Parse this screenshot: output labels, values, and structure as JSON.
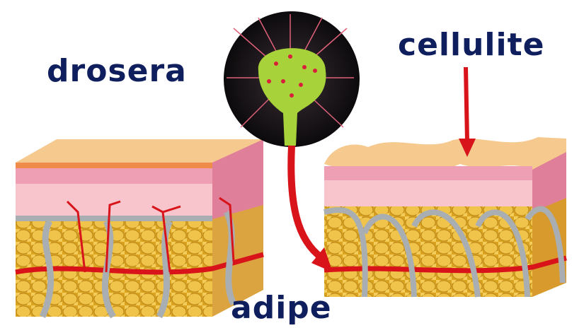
{
  "labels": {
    "left_title": "drosera",
    "right_title": "cellulite",
    "bottom_title": "adipe"
  },
  "colors": {
    "label_text": "#0f1f5e",
    "arrow": "#d8141a",
    "epidermis": "#f6c98f",
    "dermis": "#f4a9b8",
    "fat": "#e9b73a",
    "septa": "#a9aeb3",
    "plant": "#a8d23a"
  }
}
